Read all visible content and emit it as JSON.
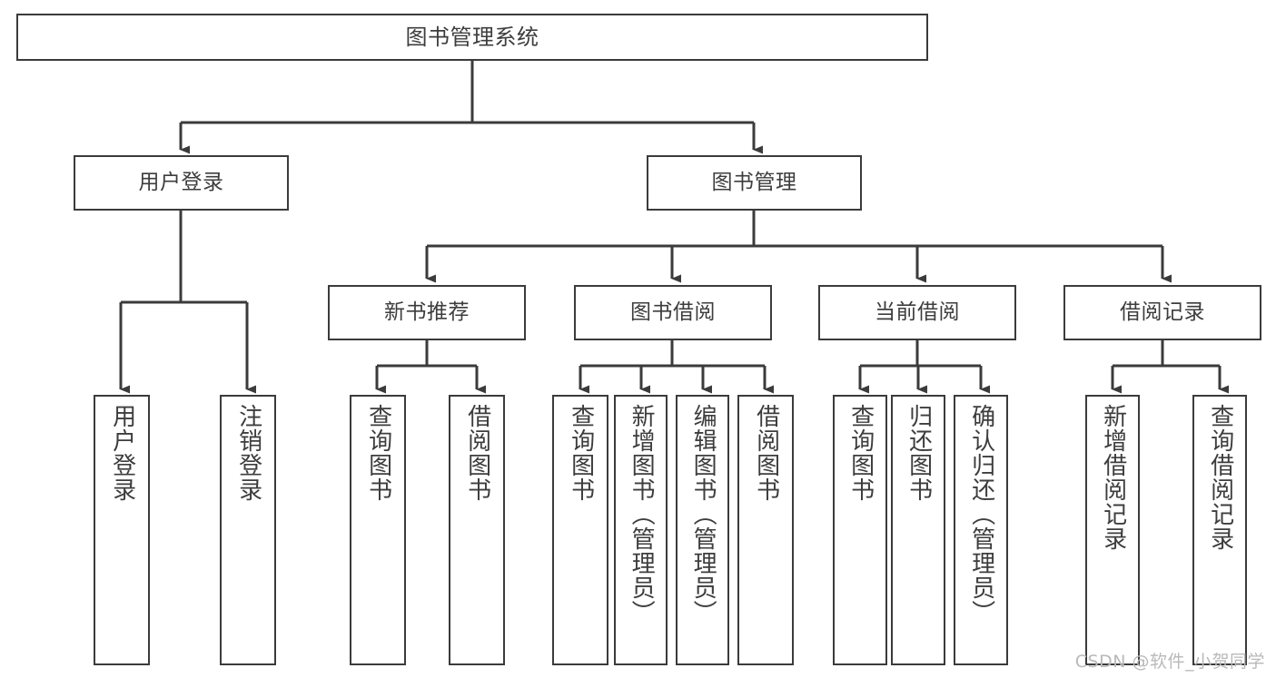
{
  "diagram": {
    "title": "图书管理系统",
    "watermark": "CSDN @软件_小贺同学",
    "colors": {
      "box_border": "#3b3b3b",
      "box_fill": "#ffffff",
      "connector": "#3b3b3b",
      "text": "#3d3d3d",
      "watermark": "#b9b9b9",
      "background": "#ffffff"
    },
    "nodes": {
      "root": {
        "label": "图书管理系统"
      },
      "level2": [
        {
          "id": "user-login",
          "label": "用户登录"
        },
        {
          "id": "book-manage",
          "label": "图书管理"
        }
      ],
      "level3": [
        {
          "id": "new-book-recommend",
          "label": "新书推荐"
        },
        {
          "id": "book-borrow",
          "label": "图书借阅"
        },
        {
          "id": "current-borrow",
          "label": "当前借阅"
        },
        {
          "id": "borrow-record",
          "label": "借阅记录"
        }
      ],
      "leaves_user_login": [
        {
          "id": "leaf-user-login",
          "label": "用户登录"
        },
        {
          "id": "leaf-logout-login",
          "label": "注销登录"
        }
      ],
      "leaves_new_book_recommend": [
        {
          "id": "leaf-query-book-1",
          "label": "查询图书"
        },
        {
          "id": "leaf-borrow-book-1",
          "label": "借阅图书"
        }
      ],
      "leaves_book_borrow": [
        {
          "id": "leaf-query-book-2",
          "label": "查询图书"
        },
        {
          "id": "leaf-add-book-admin",
          "label": "新增图书（管理员）"
        },
        {
          "id": "leaf-edit-book-admin",
          "label": "编辑图书（管理员）"
        },
        {
          "id": "leaf-borrow-book-2",
          "label": "借阅图书"
        }
      ],
      "leaves_current_borrow": [
        {
          "id": "leaf-query-book-3",
          "label": "查询图书"
        },
        {
          "id": "leaf-return-book",
          "label": "归还图书"
        },
        {
          "id": "leaf-confirm-return-admin",
          "label": "确认归还（管理员）"
        }
      ],
      "leaves_borrow_record": [
        {
          "id": "leaf-add-borrow-record",
          "label": "新增借阅记录"
        },
        {
          "id": "leaf-query-borrow-record",
          "label": "查询借阅记录"
        }
      ]
    }
  }
}
